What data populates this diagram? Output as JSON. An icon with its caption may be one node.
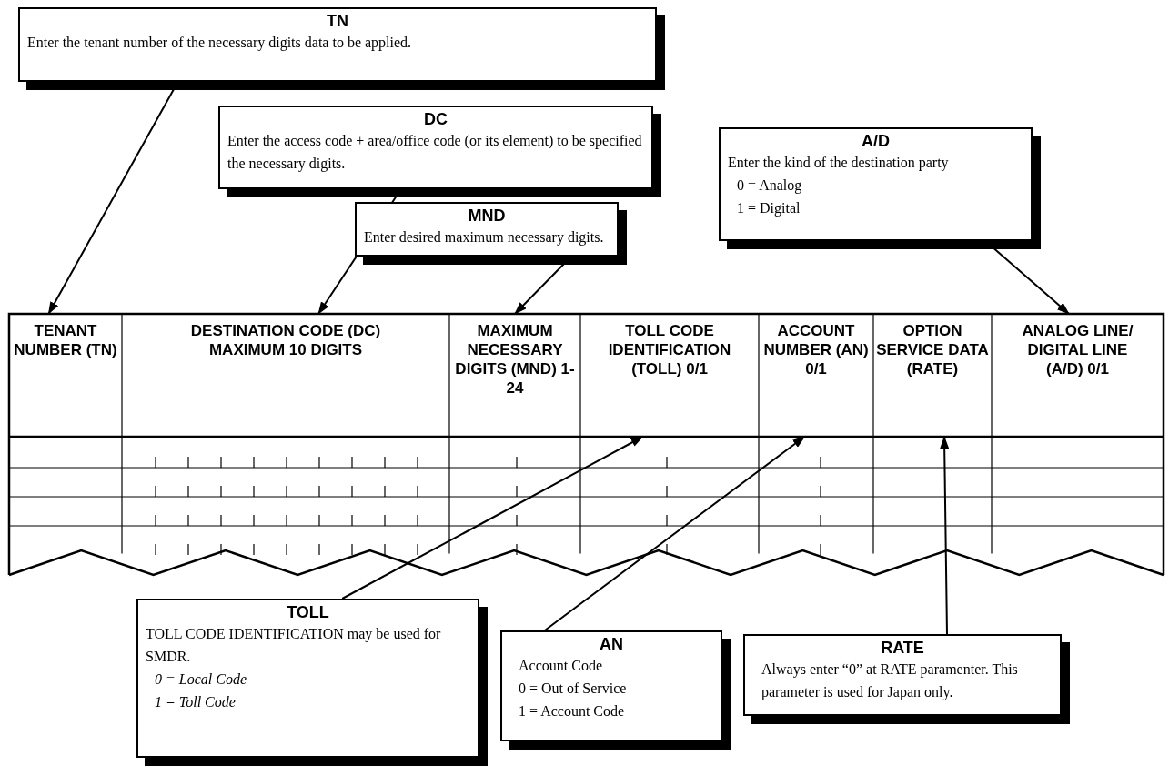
{
  "diagram": {
    "nodes": [
      {
        "text": [
          "TN",
          "Enter the tenant number of the necessary digits data to be applied."
        ]
      },
      {
        "text": [
          "DC",
          "Enter the access code + area/office code (or its element) to be specified the necessary digits."
        ]
      },
      {
        "text": [
          "MND",
          "Enter desired maximum necessary digits."
        ]
      },
      {
        "text": [
          "A/D",
          "Enter the kind of the destination party",
          "0 = Analog",
          "1 = Digital"
        ]
      },
      {
        "text": [
          "TENANT NUMBER (TN)"
        ]
      },
      {
        "text": [
          "DESTINATION CODE (DC) MAXIMUM 10 DIGITS"
        ]
      },
      {
        "text": [
          "MAXIMUM NECESSARY DIGITS (MND) 1-24"
        ]
      },
      {
        "text": [
          "TOLL CODE IDENTIFICATION (TOLL) 0/1"
        ]
      },
      {
        "text": [
          "ACCOUNT NUMBER (AN) 0/1"
        ]
      },
      {
        "text": [
          "OPTION SERVICE DATA (RATE)"
        ]
      },
      {
        "text": [
          "ANALOG LINE/ DIGITAL LINE (A/D) 0/1"
        ]
      },
      {
        "text": [
          "TOLL",
          "TOLL CODE IDENTIFICATION may be used for SMDR.",
          "0 = Local Code",
          "1 = Toll Code"
        ]
      },
      {
        "text": [
          "AN",
          "Account Code",
          "0 = Out of Service",
          "1 = Account Code"
        ]
      },
      {
        "text": [
          "RATE",
          "Always enter “0” at RATE paramenter. This parameter is used for Japan only."
        ]
      }
    ],
    "edges": [
      {
        "from": 0,
        "to": 4,
        "arrow": "to"
      },
      {
        "from": 1,
        "to": 5,
        "arrow": "to"
      },
      {
        "from": 2,
        "to": 6,
        "arrow": "to"
      },
      {
        "from": 3,
        "to": 10,
        "arrow": "to"
      },
      {
        "from": 11,
        "to": 7,
        "arrow": "to"
      },
      {
        "from": 12,
        "to": 8,
        "arrow": "to"
      },
      {
        "from": 13,
        "to": 9,
        "arrow": "to"
      }
    ]
  }
}
